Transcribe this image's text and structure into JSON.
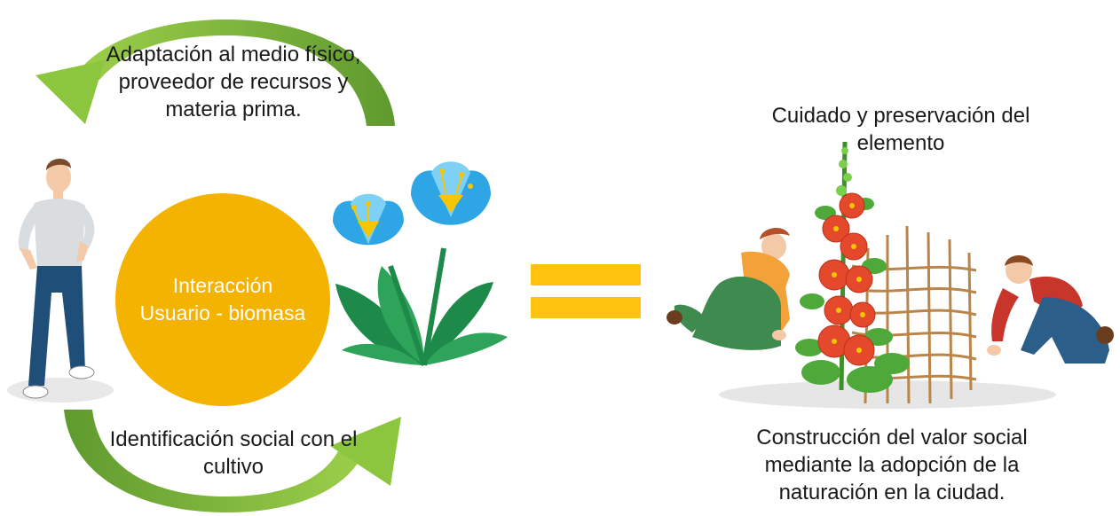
{
  "diagram": {
    "top_cycle_text": "Adaptación al medio físico, proveedor de recursos y materia prima.",
    "bottom_cycle_text": "Identificación social con el cultivo",
    "center_text": "Interacción\nUsuario - biomasa",
    "right_top_text": "Cuidado y preservación del elemento",
    "right_bottom_text": "Construcción del valor social mediante la adopción de la naturación en la ciudad."
  },
  "colors": {
    "arrow_light": "#8cc63f",
    "arrow_dark": "#5e9b2e",
    "circle": "#f5b301",
    "equals": "#ffc20e",
    "flower_blue": "#2ea6e6",
    "leaf_green": "#1d8a4a",
    "gardener_green": "#3e8a4f",
    "gardener_orange": "#f3a23a",
    "poppy": "#e5492b"
  },
  "icons": [
    "person-icon",
    "flower-icon",
    "equals-icon",
    "gardeners-illustration"
  ]
}
